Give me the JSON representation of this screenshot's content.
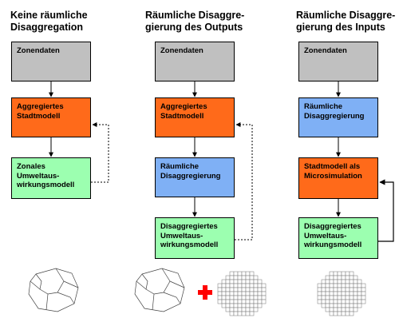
{
  "columns": [
    {
      "title": "Keine räumliche\nDisaggregation",
      "boxes": [
        "Zonendaten",
        "Aggregiertes\nStadtmodell",
        "Zonales\nUmweltaus-\nwirkungsmodell"
      ]
    },
    {
      "title": "Räumliche Disaggre-\ngierung des Outputs",
      "boxes": [
        "Zonendaten",
        "Aggregiertes\nStadtmodell",
        "Räumliche\nDisaggregierung",
        "Disaggregiertes\nUmweltaus-\nwirkungsmodell"
      ]
    },
    {
      "title": "Räumliche Disaggre-\ngierung des Inputs",
      "boxes": [
        "Zonendaten",
        "Räumliche\nDisaggregierung",
        "Stadtmodell als\nMicrosimulation",
        "Disaggregiertes\nUmweltaus-\nwirkungsmodell"
      ]
    }
  ],
  "colors": {
    "data": "#c0c0c0",
    "city_model": "#ff6a1a",
    "disaggregation": "#7fb0f5",
    "impact_model": "#9cffb0",
    "plus": "#ff0000"
  },
  "icons": [
    "zone-map-icon",
    "zone-map-icon",
    "plus-icon",
    "raster-grid-icon",
    "raster-grid-icon"
  ]
}
